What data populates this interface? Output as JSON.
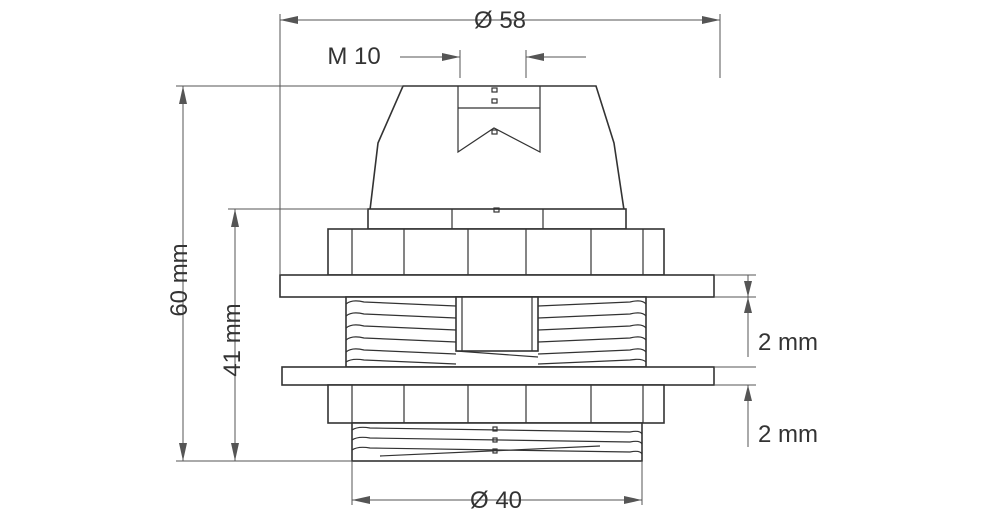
{
  "dimensions": {
    "outer_diameter": "Ø 58",
    "thread": "M 10",
    "total_height": "60 mm",
    "body_height": "41 mm",
    "upper_ring_gap": "2 mm",
    "lower_ring_gap": "2 mm",
    "base_diameter": "Ø 40"
  },
  "colors": {
    "line": "#333333",
    "dimension_line": "#555555",
    "background": "#ffffff"
  }
}
